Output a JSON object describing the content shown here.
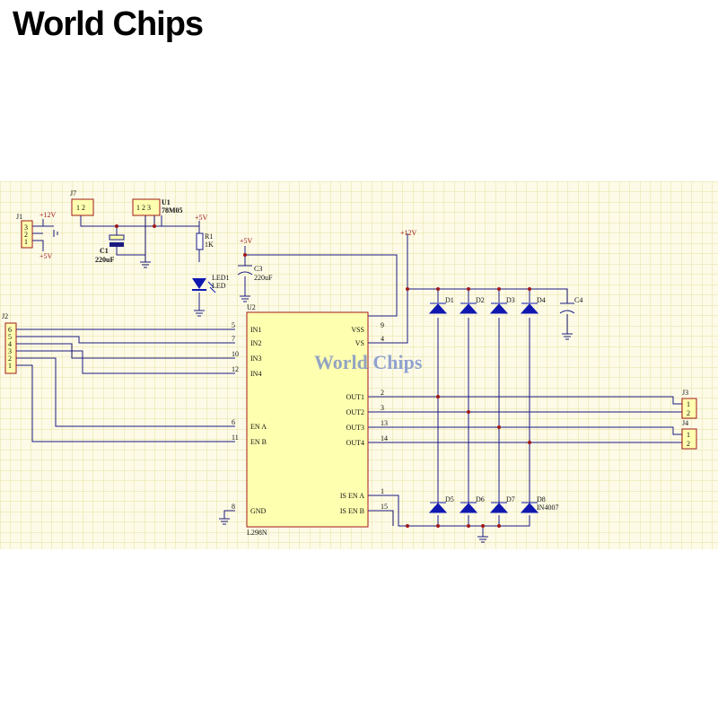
{
  "brand": {
    "name": "World Chips",
    "color": "#1d3c8f",
    "accent": "#c8161d"
  },
  "watermark": "World Chips",
  "colors": {
    "grid_bg": "#fdfbe7",
    "grid_line": "#e5dfa0",
    "wire": "#1a1a80",
    "ic_fill": "#ffffb0",
    "ic_stroke": "#a01818",
    "diode": "#1018b0",
    "label": "#111111",
    "power_label": "#a01818"
  },
  "labels": {
    "j1": "J1",
    "j1_pins": [
      "3",
      "2",
      "1"
    ],
    "j7": "J7",
    "j7_pins": "1  2",
    "u1": "U1",
    "u1_part": "78M05",
    "u1_pins": "1 2 3",
    "c1": "C1",
    "c1_val": "220uF",
    "r1": "R1",
    "r1_val": "1K",
    "led1": "LED1",
    "led1_val": "LED",
    "c3": "C3",
    "c3_val": "220uF",
    "c4": "C4",
    "u2": "U2",
    "u2_part": "L298N",
    "j2": "J2",
    "j2_pins": [
      "6",
      "5",
      "4",
      "3",
      "2",
      "1"
    ],
    "j3": "J3",
    "j4": "J4",
    "plus12v": "+12V",
    "plus5v": "+5V",
    "diodes_top": [
      "D1",
      "D2",
      "D3",
      "D4"
    ],
    "diodes_bottom": [
      "D5",
      "D6",
      "D7",
      "D8"
    ],
    "diode_part": "IN4007",
    "u2_left_pins": [
      {
        "num": "5",
        "name": "IN1"
      },
      {
        "num": "7",
        "name": "IN2"
      },
      {
        "num": "10",
        "name": "IN3"
      },
      {
        "num": "12",
        "name": "IN4"
      },
      {
        "num": "6",
        "name": "EN A"
      },
      {
        "num": "11",
        "name": "EN B"
      },
      {
        "num": "8",
        "name": "GND"
      }
    ],
    "u2_right_pins": [
      {
        "num": "9",
        "name": "VSS"
      },
      {
        "num": "4",
        "name": "VS"
      },
      {
        "num": "2",
        "name": "OUT1"
      },
      {
        "num": "3",
        "name": "OUT2"
      },
      {
        "num": "13",
        "name": "OUT3"
      },
      {
        "num": "14",
        "name": "OUT4"
      },
      {
        "num": "1",
        "name": "IS EN A"
      },
      {
        "num": "15",
        "name": "IS EN B"
      }
    ],
    "conn_pins": [
      "1",
      "2"
    ]
  }
}
